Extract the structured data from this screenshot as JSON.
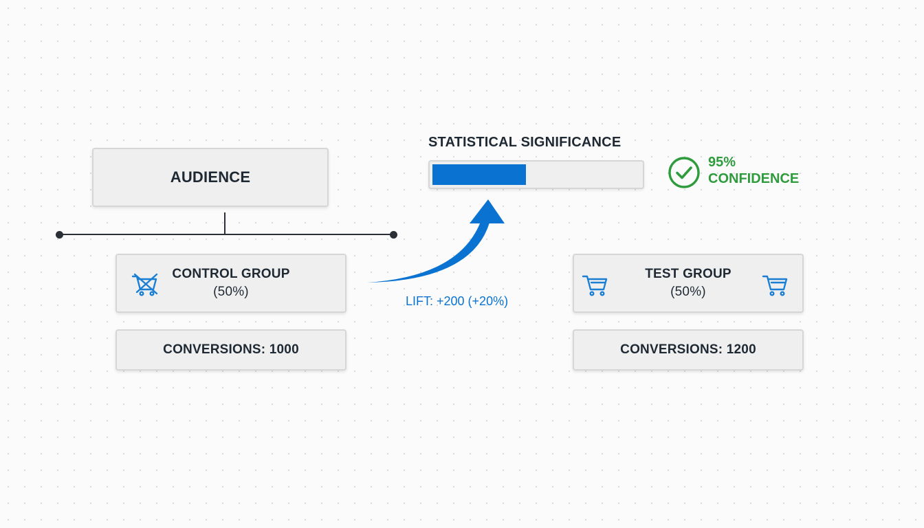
{
  "audience": {
    "label": "AUDIENCE"
  },
  "control": {
    "title": "CONTROL GROUP",
    "share": "(50%)",
    "conversions": "CONVERSIONS: 1000",
    "icon": "cart-crossed-icon"
  },
  "test": {
    "title": "TEST GROUP",
    "share": "(50%)",
    "conversions": "CONVERSIONS: 1200",
    "icon": "cart-icon"
  },
  "significance": {
    "title": "STATISTICAL SIGNIFICANCE",
    "progress": 0.45,
    "confidence_value": "95%",
    "confidence_label": "CONFIDENCE",
    "icon": "check-circle-icon"
  },
  "lift": {
    "label": "LIFT: +200 (+20%)"
  },
  "colors": {
    "accent_blue": "#0a73d1",
    "success_green": "#2e9b3d",
    "box_bg": "#efefef",
    "box_border": "#d6d6d6",
    "line": "#2b2f36"
  }
}
